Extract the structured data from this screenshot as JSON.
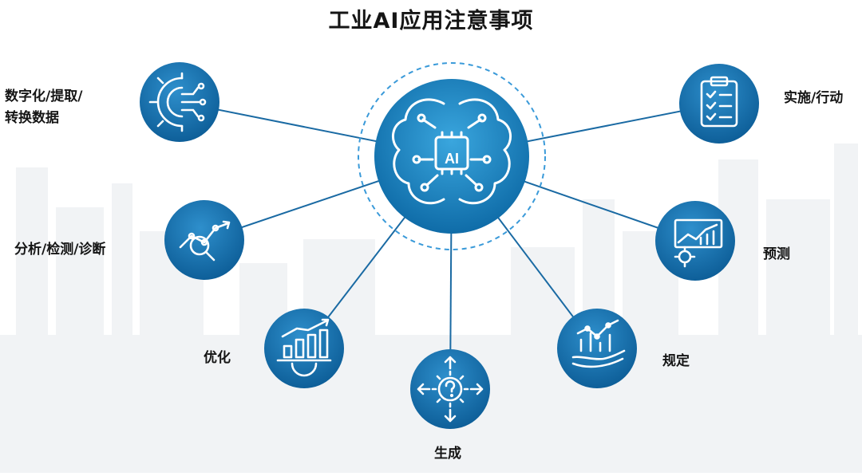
{
  "title": "工业AI应用注意事项",
  "center": {
    "chip_text": "AI",
    "icon": "brain-chip-icon"
  },
  "colors": {
    "node_blue": "#1170ad",
    "node_blue_light": "#3f9fd6",
    "line": "#1a6aa3",
    "dashed_ring": "#3a9ad9",
    "title_text": "#151515",
    "skyline": "#f1f3f5"
  },
  "nodes": [
    {
      "id": "digitize",
      "lines": [
        "数字化/提取/",
        "转换数据"
      ],
      "icon": "gear-circuit-icon"
    },
    {
      "id": "implement",
      "lines": [
        "实施/行动"
      ],
      "icon": "clipboard-checklist-icon"
    },
    {
      "id": "analyze",
      "lines": [
        "分析/检测/诊断"
      ],
      "icon": "magnifier-chart-icon"
    },
    {
      "id": "predict",
      "lines": [
        "预测"
      ],
      "icon": "monitor-chart-gear-icon"
    },
    {
      "id": "optimize",
      "lines": [
        "优化"
      ],
      "icon": "bar-chart-gear-icon"
    },
    {
      "id": "prescribe",
      "lines": [
        "规定"
      ],
      "icon": "hand-chart-icon"
    },
    {
      "id": "generate",
      "lines": [
        "生成"
      ],
      "icon": "gear-question-arrows-icon"
    }
  ]
}
